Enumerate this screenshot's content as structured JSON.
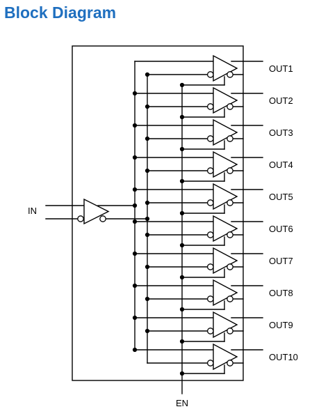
{
  "title": "Block Diagram",
  "title_color": "#1f6fbf",
  "line_color": "#000000",
  "input_label": "IN",
  "enable_label": "EN",
  "outputs": [
    "OUT1",
    "OUT2",
    "OUT3",
    "OUT4",
    "OUT5",
    "OUT6",
    "OUT7",
    "OUT8",
    "OUT9",
    "OUT10"
  ]
}
